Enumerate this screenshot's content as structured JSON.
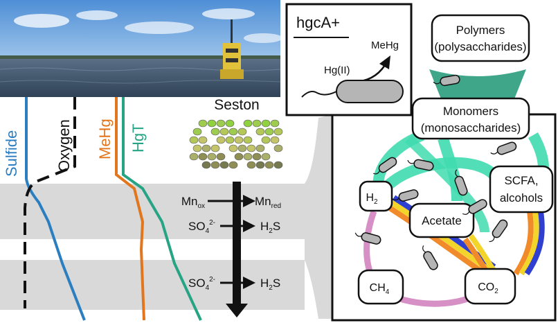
{
  "photo": {
    "description_icon": "lake-buoy-photo"
  },
  "profiles": {
    "sulfide": "Sulfide",
    "oxygen": "Oxygen",
    "mehg": "MeHg",
    "hgt": "HgT"
  },
  "seston": {
    "title": "Seston",
    "reactions": [
      {
        "from": "Mn",
        "from_sub": "ox",
        "from_sup": "",
        "to": "Mn",
        "to_sub": "red"
      },
      {
        "from": "SO",
        "from_sub": "4",
        "from_sup": "2-",
        "to": "H",
        "to_sub": "2",
        "to_after": "S"
      },
      {
        "from": "SO",
        "from_sub": "4",
        "from_sup": "2-",
        "to": "H",
        "to_sub": "2",
        "to_after": "S"
      }
    ]
  },
  "inset": {
    "title": "hgcA+",
    "substrate": "Hg(II)",
    "product": "MeHg"
  },
  "network": {
    "polymers": [
      "Polymers",
      "(polysaccharides)"
    ],
    "monomers": [
      "Monomers",
      "(monosaccharides)"
    ],
    "h2": {
      "base": "H",
      "sub": "2"
    },
    "scfa": [
      "SCFA,",
      "alcohols"
    ],
    "acetate": "Acetate",
    "ch4": {
      "base": "CH",
      "sub": "4"
    },
    "co2": {
      "base": "CO",
      "sub": "2"
    }
  },
  "colors": {
    "sulfide": "#2b7fc1",
    "oxygen": "#111111",
    "mehg": "#e2761f",
    "hgt": "#26a484",
    "teal": "#3fdcaf",
    "teal_dark": "#2a9c7c",
    "blue": "#2f3fcf",
    "yellow": "#f2d42a",
    "orange": "#f08a2a",
    "pink": "#d690c6",
    "band": "#d9d9d9",
    "cell": "#b5b5b5"
  }
}
